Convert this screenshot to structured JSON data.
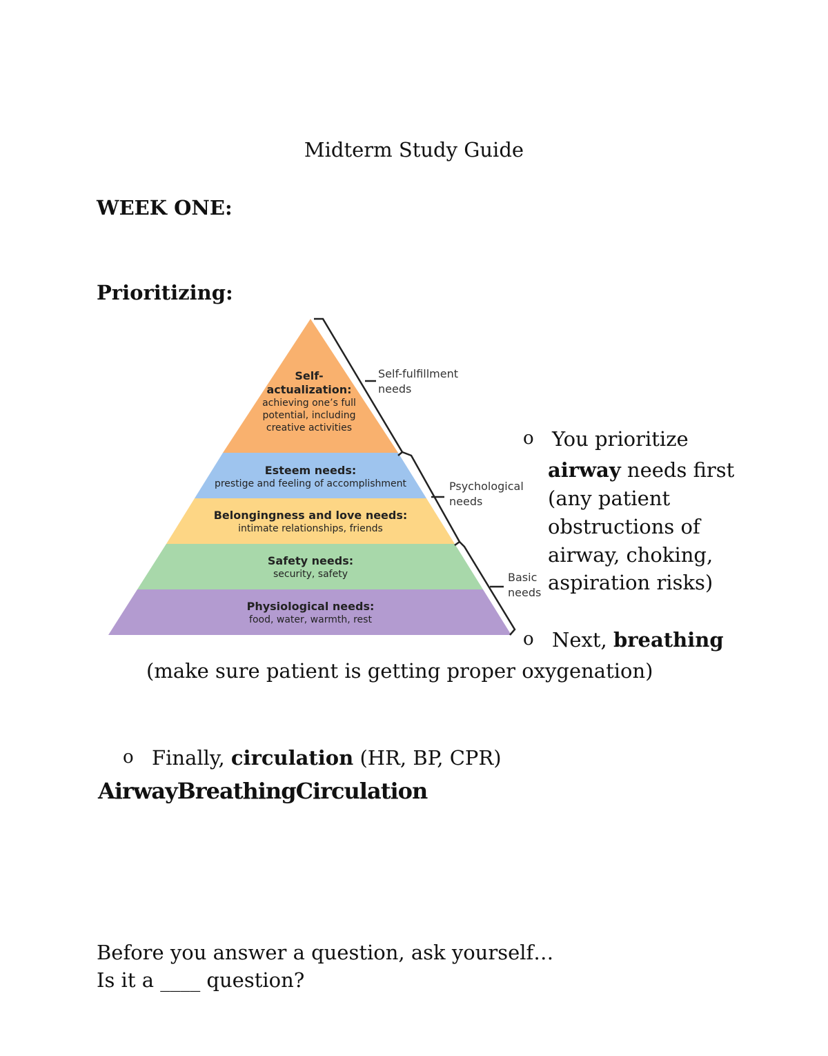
{
  "document": {
    "title": "Midterm Study Guide",
    "week_heading": "WEEK ONE:",
    "section_heading": "Prioritizing:"
  },
  "pyramid": {
    "tiers": [
      {
        "title": "Self-actualization:",
        "desc": "achieving one’s full potential, including creative activities",
        "color": "#f9b16e"
      },
      {
        "title": "Esteem needs:",
        "desc": "prestige and feeling of accomplishment",
        "color": "#9ec4ee"
      },
      {
        "title": "Belongingness and love needs:",
        "desc": "intimate relationships, friends",
        "color": "#fdd685"
      },
      {
        "title": "Safety needs:",
        "desc": "security, safety",
        "color": "#a8d8aa"
      },
      {
        "title": "Physiological needs:",
        "desc": "food, water, warmth, rest",
        "color": "#b39bd0"
      }
    ],
    "brackets": [
      {
        "label": "Self-fulfillment needs"
      },
      {
        "label": "Psychological needs"
      },
      {
        "label": "Basic needs"
      }
    ]
  },
  "bullets": {
    "marker": "o",
    "airway": {
      "prefix": "You prioritize",
      "bold": "airway",
      "rest1": "needs first",
      "rest2": "(any patient",
      "rest3": "obstructions of",
      "rest4": "airway, choking,",
      "rest5": "aspiration risks)"
    },
    "breathing": {
      "prefix": "Next,",
      "bold": "breathing",
      "continuation": "(make sure patient is getting proper oxygenation)"
    },
    "circulation": {
      "prefix": "Finally,",
      "bold": "circulation",
      "suffix": "(HR, BP, CPR)"
    }
  },
  "abc": "AirwayBreathingCirculation",
  "footer": {
    "line1": "Before you answer a question, ask yourself…",
    "line2": "Is it a ____ question?"
  }
}
